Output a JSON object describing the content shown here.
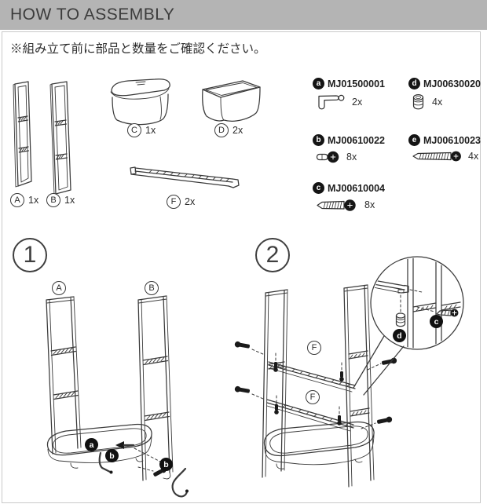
{
  "header": {
    "title": "HOW TO ASSEMBLY"
  },
  "note": "※組み立て前に部品と数量をご確認ください。",
  "colors": {
    "header_bg": "#b4b4b4",
    "ink": "#3a3a3a",
    "box_border": "#c9c9c9"
  },
  "parts": [
    {
      "letter": "A",
      "qty": "1x",
      "kind": "side-frame"
    },
    {
      "letter": "B",
      "qty": "1x",
      "kind": "side-frame"
    },
    {
      "letter": "C",
      "qty": "1x",
      "kind": "lidded-box"
    },
    {
      "letter": "D",
      "qty": "2x",
      "kind": "open-box"
    },
    {
      "letter": "F",
      "qty": "2x",
      "kind": "cross-rail"
    }
  ],
  "hardware": [
    {
      "key": "a",
      "code": "MJ01500001",
      "qty": "2x",
      "icon": "allen-key"
    },
    {
      "key": "d",
      "code": "MJ00630020",
      "qty": "4x",
      "icon": "cap-nut"
    },
    {
      "key": "b",
      "code": "MJ00610022",
      "qty": "8x",
      "icon": "pan-head-bolt"
    },
    {
      "key": "e",
      "code": "MJ00610023",
      "qty": "4x",
      "icon": "long-screw"
    },
    {
      "key": "c",
      "code": "MJ00610004",
      "qty": "8x",
      "icon": "screw"
    }
  ],
  "steps": [
    {
      "number": "1",
      "frames": [
        "A",
        "B"
      ],
      "callouts": [
        "a",
        "b",
        "b"
      ]
    },
    {
      "number": "2",
      "rails": [
        "F",
        "F"
      ],
      "callouts": [
        "d",
        "c"
      ]
    }
  ]
}
